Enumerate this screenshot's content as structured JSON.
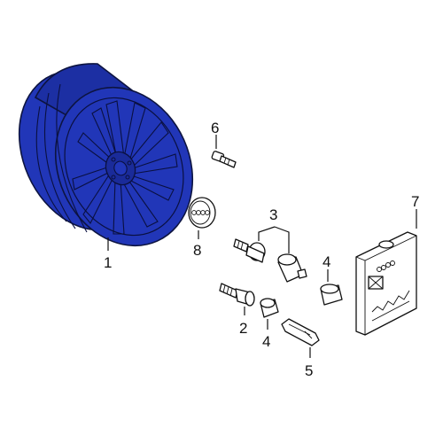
{
  "colors": {
    "wheel": "#2136b8",
    "line": "#111111"
  },
  "callouts": [
    {
      "id": "wheel",
      "label": "1"
    },
    {
      "id": "lug-bolt",
      "label": "2"
    },
    {
      "id": "lock-bolt",
      "label": "3"
    },
    {
      "id": "cap-left",
      "label": "4"
    },
    {
      "id": "cap-right",
      "label": "4"
    },
    {
      "id": "cap-tool",
      "label": "5"
    },
    {
      "id": "valve-stem",
      "label": "6"
    },
    {
      "id": "kit-box",
      "label": "7"
    },
    {
      "id": "center-cap",
      "label": "8"
    }
  ]
}
